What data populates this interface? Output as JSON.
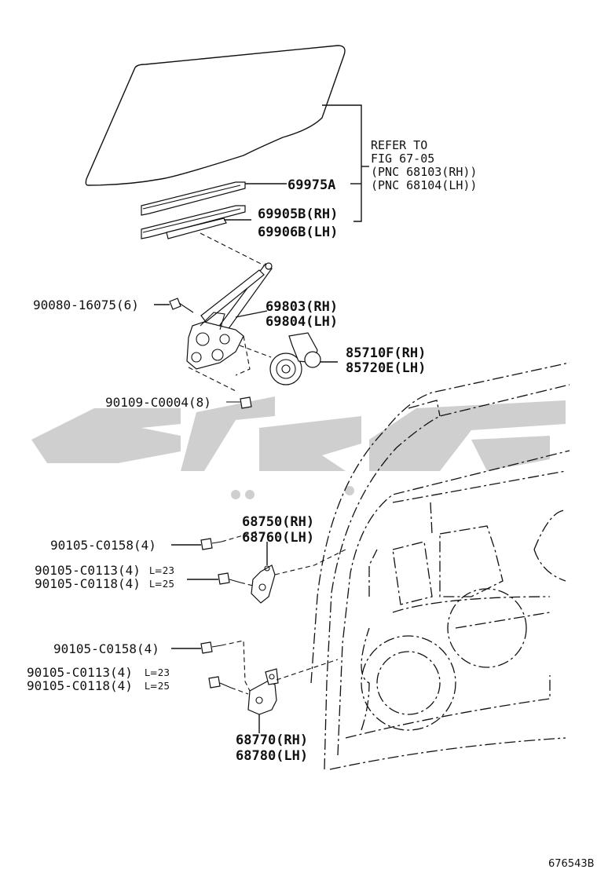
{
  "watermark": "تی پی سی",
  "reference_note": [
    "REFER TO",
    "FIG 67-05",
    "(PNC 68103(RH))",
    "(PNC 68104(LH))"
  ],
  "labels": {
    "l69975A": "69975A",
    "l69905B": "69905B(RH)",
    "l69906B": "69906B(LH)",
    "l69803": "69803(RH)",
    "l69804": "69804(LH)",
    "l90080": "90080-16075(6)",
    "l85710F": "85710F(RH)",
    "l85720E": "85720E(LH)",
    "l90109": "90109-C0004(8)",
    "l68750": "68750(RH)",
    "l68760": "68760(LH)",
    "l90105_0158a": "90105-C0158(4)",
    "l90105_0113a": "90105-C0113(4)",
    "l90105_0118a": "90105-C0118(4)",
    "l90105_0158b": "90105-C0158(4)",
    "l90105_0113b": "90105-C0113(4)",
    "l90105_0118b": "90105-C0118(4)",
    "l68770": "68770(RH)",
    "l68780": "68780(LH)"
  },
  "length_notes": {
    "a23": "L=23",
    "a25": "L=25",
    "b23": "L=23",
    "b25": "L=25"
  },
  "figure_number": "676543B"
}
